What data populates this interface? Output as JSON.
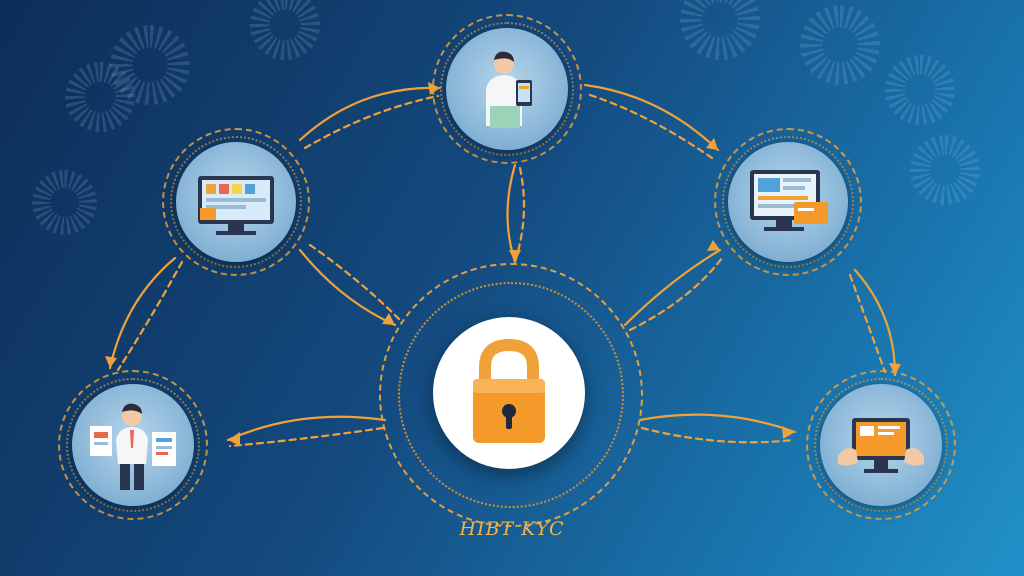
{
  "center": {
    "label": "HIBT KYC",
    "icon": "padlock-icon"
  },
  "nodes": [
    {
      "id": "top",
      "icon": "person-with-phone-icon"
    },
    {
      "id": "upper-left",
      "icon": "desktop-dashboard-icon"
    },
    {
      "id": "upper-right",
      "icon": "monitor-with-card-icon"
    },
    {
      "id": "lower-left",
      "icon": "person-with-documents-icon"
    },
    {
      "id": "lower-right",
      "icon": "hands-with-tablet-icon"
    }
  ],
  "colors": {
    "background_start": "#0d2d57",
    "background_end": "#2291c9",
    "accent_orange": "#f0a23a",
    "padlock_orange": "#f39a2b",
    "node_disc": "#8bb7d8"
  }
}
